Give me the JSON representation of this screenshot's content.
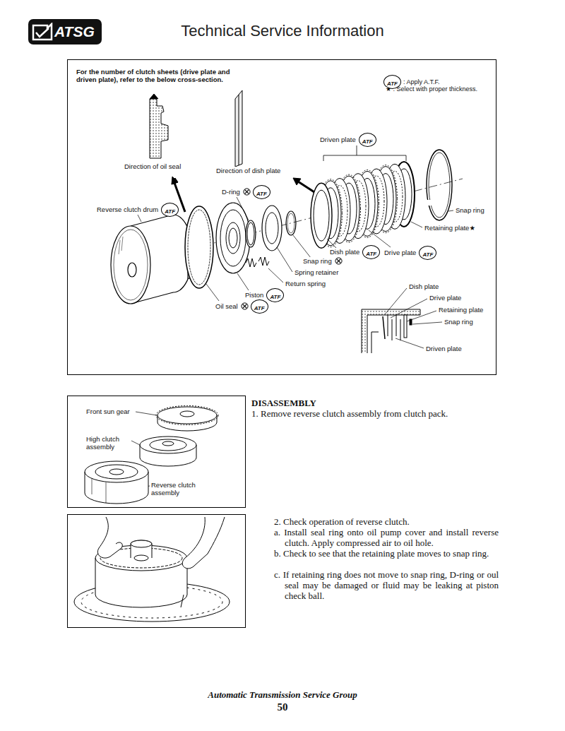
{
  "diagram": {
    "title": "Technical Service Information",
    "nodes": [
      {
        "text": [
          "ATSG"
        ]
      },
      {
        "text": [
          "For the number of clutch sheets (drive plate and driven plate), refer to the below cross-section."
        ]
      },
      {
        "text": [
          "ATF"
        ],
        "in": 1
      },
      {
        "text": [
          "ATF"
        ],
        "in": 1
      },
      {
        "text": [
          "ATF"
        ],
        "in": 1
      },
      {
        "text": [
          "ATF"
        ],
        "in": 1
      },
      {
        "text": [
          "ATF"
        ],
        "in": 1
      },
      {
        "text": [
          "ATF"
        ],
        "in": 1
      },
      {
        "text": [
          "ATF"
        ],
        "in": 1
      },
      {
        "text": [
          "ATF"
        ],
        "in": 1
      }
    ],
    "labels": [
      ": Apply A.T.F.",
      "★ : Select with proper thickness.",
      "Direction of oil seal",
      "Direction of dish plate",
      "Driven plate",
      "D-ring",
      "Snap ring",
      "Reverse clutch drum",
      "Retaining plate★",
      "Dish plate",
      "Snap ring",
      "Drive plate",
      "Spring retainer",
      "Return spring",
      "Piston",
      "Oil seal",
      "Dish plate",
      "Drive plate",
      "Retaining plate",
      "Snap ring",
      "Driven plate",
      "DISASSEMBLY",
      "1. Remove reverse clutch assembly from clutch pack.",
      "Front sun gear",
      "High clutch assembly",
      "Reverse clutch assembly",
      "2. Check operation of reverse clutch.",
      "a. Install seal ring onto oil pump cover and install reverse clutch. Apply compressed air to oil hole.",
      "b. Check to see that the retaining plate moves to snap ring.",
      "c. If retaining ring does not move to snap ring, D-ring or oul seal may be damaged or fluid may be leaking at piston check ball.",
      "Automatic Transmission Service Group",
      "50"
    ]
  }
}
